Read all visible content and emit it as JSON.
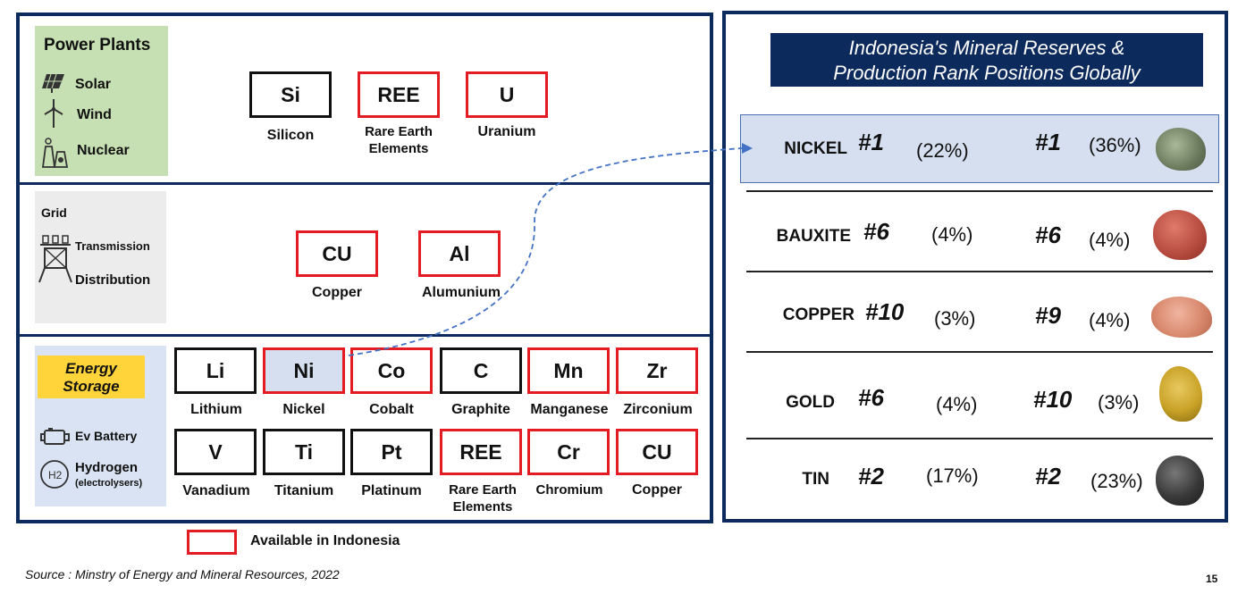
{
  "power_plants": {
    "title": "Power Plants",
    "items": [
      "Solar",
      "Wind",
      "Nuclear"
    ],
    "elements": [
      {
        "symbol": "Si",
        "label": "Silicon",
        "available": false
      },
      {
        "symbol": "REE",
        "label": "Rare Earth Elements",
        "available": true
      },
      {
        "symbol": "U",
        "label": "Uranium",
        "available": true
      }
    ]
  },
  "grid": {
    "title": "Grid",
    "items": [
      "Transmission",
      "Distribution"
    ],
    "elements": [
      {
        "symbol": "CU",
        "label": "Copper",
        "available": true
      },
      {
        "symbol": "Al",
        "label": "Alumunium",
        "available": true
      }
    ]
  },
  "energy_storage": {
    "title": "Energy Storage",
    "items": [
      "Ev Battery",
      "Hydrogen",
      "(electrolysers)"
    ],
    "h2_symbol": "H2",
    "row1": [
      {
        "symbol": "Li",
        "label": "Lithium",
        "available": false
      },
      {
        "symbol": "Ni",
        "label": "Nickel",
        "available": true
      },
      {
        "symbol": "Co",
        "label": "Cobalt",
        "available": true
      },
      {
        "symbol": "C",
        "label": "Graphite",
        "available": false
      },
      {
        "symbol": "Mn",
        "label": "Manganese",
        "available": true
      },
      {
        "symbol": "Zr",
        "label": "Zirconium",
        "available": true
      }
    ],
    "row2": [
      {
        "symbol": "V",
        "label": "Vanadium",
        "available": false
      },
      {
        "symbol": "Ti",
        "label": "Titanium",
        "available": false
      },
      {
        "symbol": "Pt",
        "label": "Platinum",
        "available": false
      },
      {
        "symbol": "REE",
        "label": "Rare Earth Elements",
        "available": true
      },
      {
        "symbol": "Cr",
        "label": "Chromium",
        "available": true
      },
      {
        "symbol": "CU",
        "label": "Copper",
        "available": true
      }
    ]
  },
  "ranking": {
    "title_line1": "Indonesia's Mineral Reserves  &",
    "title_line2": "Production Rank Positions  Globally",
    "rows": [
      {
        "mineral": "NICKEL",
        "reserve_rank": "#1",
        "reserve_pct": "(22%)",
        "production_rank": "#1",
        "production_pct": "(36%)",
        "color": "#8a9a7a"
      },
      {
        "mineral": "BAUXITE",
        "reserve_rank": "#6",
        "reserve_pct": "(4%)",
        "production_rank": "#6",
        "production_pct": "(4%)",
        "color": "#c0504d"
      },
      {
        "mineral": "COPPER",
        "reserve_rank": "#10",
        "reserve_pct": "(3%)",
        "production_rank": "#9",
        "production_pct": "(4%)",
        "color": "#d98a6e"
      },
      {
        "mineral": "GOLD",
        "reserve_rank": "#6",
        "reserve_pct": "(4%)",
        "production_rank": "#10",
        "production_pct": "(3%)",
        "color": "#c9a227"
      },
      {
        "mineral": "TIN",
        "reserve_rank": "#2",
        "reserve_pct": "(17%)",
        "production_rank": "#2",
        "production_pct": "(23%)",
        "color": "#3a3a3a"
      }
    ]
  },
  "legend": {
    "text": "Available in Indonesia"
  },
  "source": "Source : Minstry of Energy and Mineral Resources, 2022",
  "page_number": "15",
  "colors": {
    "navy": "#0d2a5c",
    "red": "#e41b23",
    "highlight": "#d6dff0",
    "energy_yellow": "#ffd43b"
  }
}
